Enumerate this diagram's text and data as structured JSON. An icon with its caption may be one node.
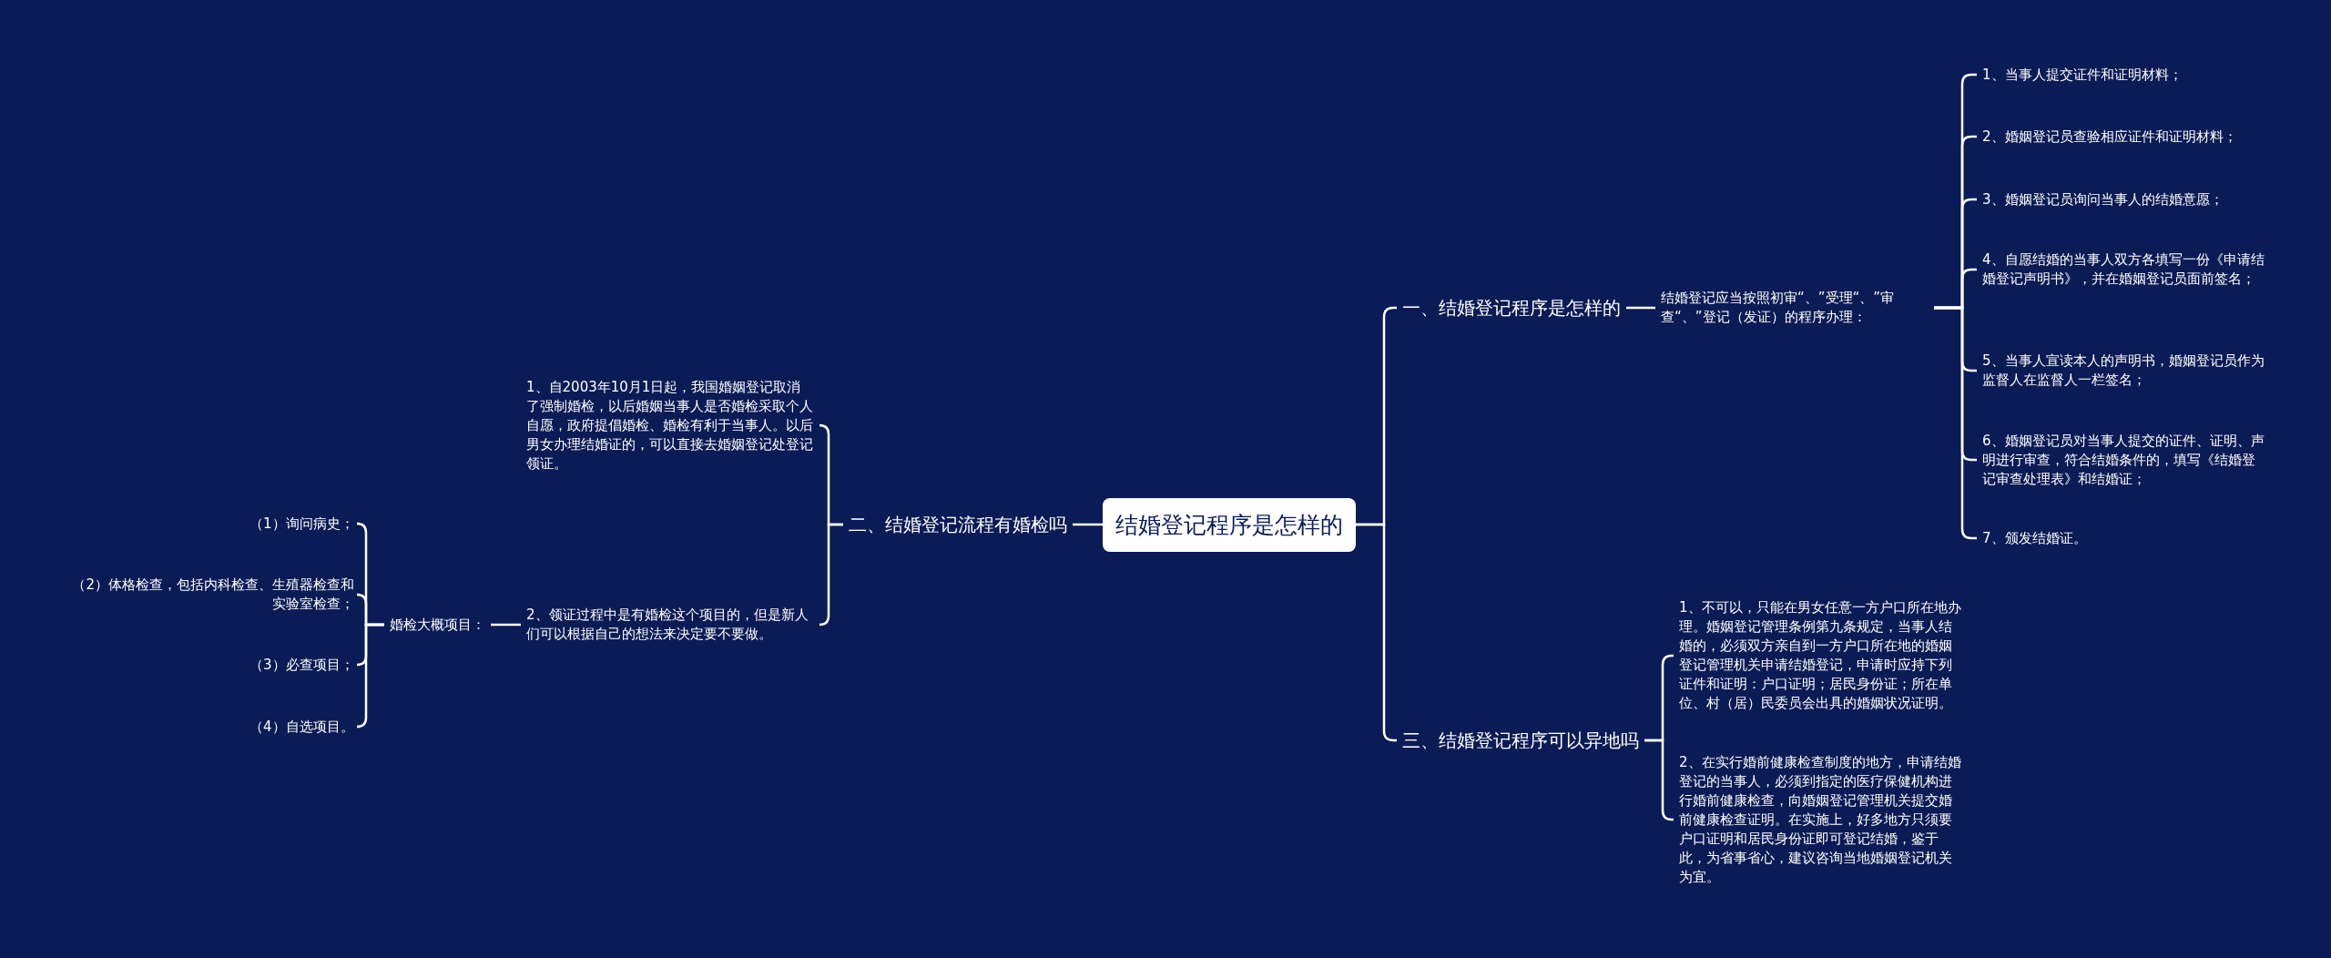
{
  "diagram": {
    "nodes": [
      {
        "text": [
          "结婚登记程序是怎样的"
        ]
      },
      {
        "text": [
          "一、结婚登记程序是怎样的"
        ]
      },
      {
        "text": [
          "结婚登记应当按照初审“、”受理“、”审查“、”登记（发证）的程序办理："
        ]
      },
      {
        "text": [
          "1、当事人提交证件和证明材料；"
        ]
      },
      {
        "text": [
          "2、婚姻登记员查验相应证件和证明材料；"
        ]
      },
      {
        "text": [
          "3、婚姻登记员询问当事人的结婚意愿；"
        ]
      },
      {
        "text": [
          "4、自愿结婚的当事人双方各填写一份《申请结婚登记声明书》，并在婚姻登记员面前签名；"
        ]
      },
      {
        "text": [
          "5、当事人宣读本人的声明书，婚姻登记员作为监督人在监督人一栏签名；"
        ]
      },
      {
        "text": [
          "6、婚姻登记员对当事人提交的证件、证明、声明进行审查，符合结婚条件的，填写《结婚登记审查处理表》和结婚证；"
        ]
      },
      {
        "text": [
          "7、颁发结婚证。"
        ]
      },
      {
        "text": [
          "二、结婚登记流程有婚检吗"
        ]
      },
      {
        "text": [
          "1、自2003年10月1日起，我国婚姻登记取消了强制婚检，以后婚姻当事人是否婚检采取个人自愿，政府提倡婚检、婚检有利于当事人。以后男女办理结婚证的，可以直接去婚姻登记处登记领证。"
        ]
      },
      {
        "text": [
          "2、领证过程中是有婚检这个项目的，但是新人们可以根据自己的想法来决定要不要做。"
        ]
      },
      {
        "text": [
          "婚检大概项目："
        ]
      },
      {
        "text": [
          "（1）询问病史；"
        ]
      },
      {
        "text": [
          "（2）体格检查，包括内科检查、生殖器检查和实验室检查；"
        ]
      },
      {
        "text": [
          "（3）必查项目；"
        ]
      },
      {
        "text": [
          "（4）自选项目。"
        ]
      },
      {
        "text": [
          "三、结婚登记程序可以异地吗"
        ]
      },
      {
        "text": [
          "1、不可以，只能在男女任意一方户口所在地办理。婚姻登记管理条例第九条规定，当事人结婚的，必须双方亲自到一方户口所在地的婚姻登记管理机关申请结婚登记，申请时应持下列证件和证明：户口证明；居民身份证；所在单位、村（居）民委员会出具的婚姻状况证明。"
        ]
      },
      {
        "text": [
          "2、在实行婚前健康检查制度的地方，申请结婚登记的当事人，必须到指定的医疗保健机构进行婚前健康检查，向婚姻登记管理机关提交婚前健康检查证明。在实施上，好多地方只须要户口证明和居民身份证即可登记结婚，鉴于此，为省事省心，建议咨询当地婚姻登记机关为宜。"
        ]
      }
    ],
    "edges": [
      {
        "from": 0,
        "to": 1,
        "arrow": "none"
      },
      {
        "from": 1,
        "to": 2,
        "arrow": "none"
      },
      {
        "from": 2,
        "to": 3,
        "arrow": "none"
      },
      {
        "from": 2,
        "to": 4,
        "arrow": "none"
      },
      {
        "from": 2,
        "to": 5,
        "arrow": "none"
      },
      {
        "from": 2,
        "to": 6,
        "arrow": "none"
      },
      {
        "from": 2,
        "to": 7,
        "arrow": "none"
      },
      {
        "from": 2,
        "to": 8,
        "arrow": "none"
      },
      {
        "from": 2,
        "to": 9,
        "arrow": "none"
      },
      {
        "from": 0,
        "to": 10,
        "arrow": "none"
      },
      {
        "from": 10,
        "to": 11,
        "arrow": "none"
      },
      {
        "from": 10,
        "to": 12,
        "arrow": "none"
      },
      {
        "from": 12,
        "to": 13,
        "arrow": "none"
      },
      {
        "from": 13,
        "to": 14,
        "arrow": "none"
      },
      {
        "from": 13,
        "to": 15,
        "arrow": "none"
      },
      {
        "from": 13,
        "to": 16,
        "arrow": "none"
      },
      {
        "from": 13,
        "to": 17,
        "arrow": "none"
      },
      {
        "from": 0,
        "to": 18,
        "arrow": "none"
      },
      {
        "from": 18,
        "to": 19,
        "arrow": "none"
      },
      {
        "from": 18,
        "to": 20,
        "arrow": "none"
      }
    ]
  }
}
